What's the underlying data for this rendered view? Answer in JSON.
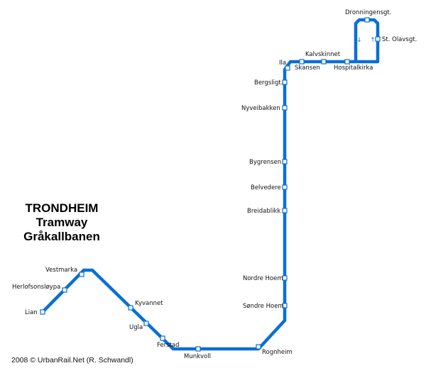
{
  "title": {
    "line1": "TRONDHEIM",
    "line2": "Tramway",
    "line3": "Gråkallbanen"
  },
  "credit": "2008 © UrbanRail.Net (R. Schwandl)",
  "line_color": "#0a6fd6",
  "stations": [
    {
      "id": "lian",
      "name": "Lian"
    },
    {
      "id": "herlofsonslopya",
      "name": "Herlofsonsløypa"
    },
    {
      "id": "vestmarka",
      "name": "Vestmarka"
    },
    {
      "id": "kyvannet",
      "name": "Kyvannet"
    },
    {
      "id": "ugla",
      "name": "Ugla"
    },
    {
      "id": "ferstad",
      "name": "Ferstad"
    },
    {
      "id": "munkvoll",
      "name": "Munkvoll"
    },
    {
      "id": "rognheim",
      "name": "Rognheim"
    },
    {
      "id": "sondre-hoem",
      "name": "Søndre Hoem"
    },
    {
      "id": "nordre-hoem",
      "name": "Nordre Hoem"
    },
    {
      "id": "breidablikk",
      "name": "Breidablikk"
    },
    {
      "id": "belvedere",
      "name": "Belvedere"
    },
    {
      "id": "bygrensen",
      "name": "Bygrensen"
    },
    {
      "id": "nyveibakken",
      "name": "Nyveibakken"
    },
    {
      "id": "bergslig",
      "name": "Bergsligt."
    },
    {
      "id": "ila",
      "name": "Ila"
    },
    {
      "id": "skansen",
      "name": "Skansen"
    },
    {
      "id": "kalvskinnet",
      "name": "Kalvskinnet"
    },
    {
      "id": "hospitalkirka",
      "name": "Hospitalkirka"
    },
    {
      "id": "dronningensgt",
      "name": "Dronningensgt."
    },
    {
      "id": "st-olavsgt",
      "name": "St. Olavsgt."
    }
  ],
  "loop_arrows": {
    "down": "↓",
    "up": "↑"
  }
}
